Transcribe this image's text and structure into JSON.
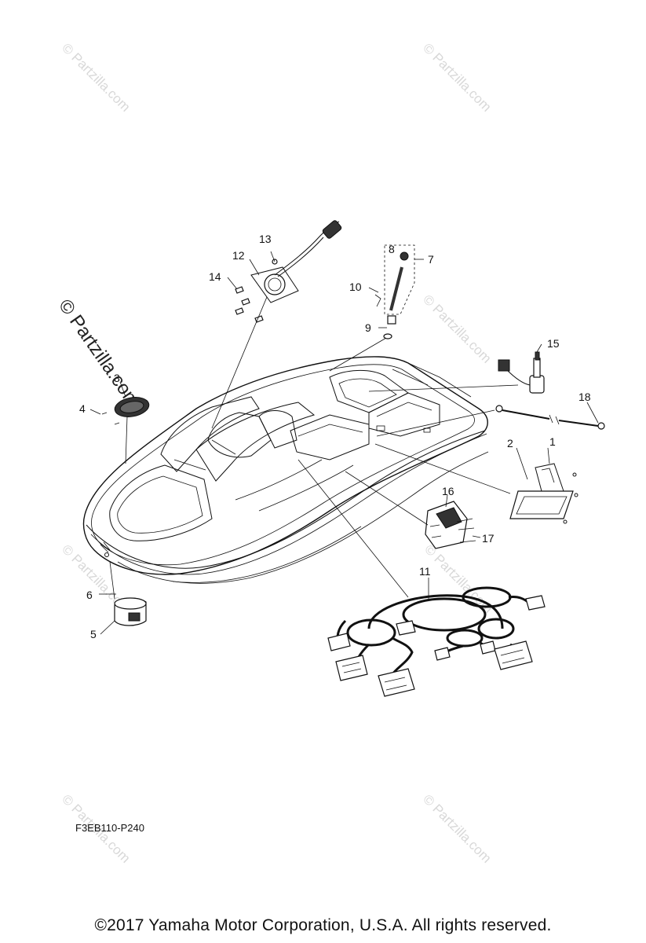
{
  "diagram_code": "F3EB110-P240",
  "copyright": "©2017  Yamaha Motor Corporation, U.S.A. All rights reserved.",
  "watermark": "© Partzilla.com",
  "callouts": [
    "1",
    "2",
    "3",
    "4",
    "5",
    "6",
    "7",
    "8",
    "9",
    "10",
    "11",
    "12",
    "13",
    "14",
    "15",
    "16",
    "17",
    "18"
  ]
}
